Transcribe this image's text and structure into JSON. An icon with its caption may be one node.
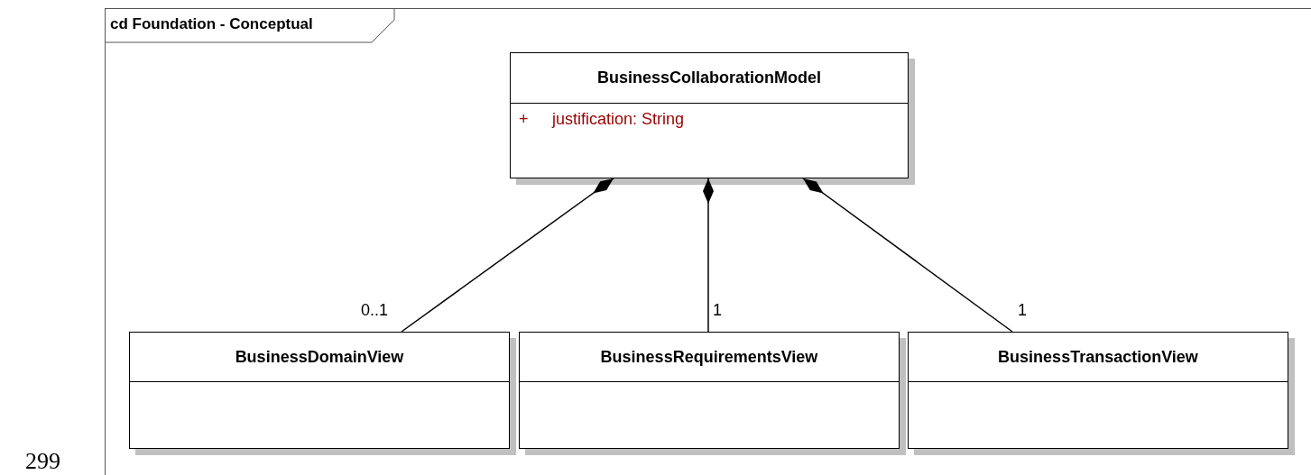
{
  "diagram": {
    "title": "cd Foundation - Conceptual",
    "nodes": [
      {
        "text": [
          "BusinessCollaborationModel",
          "+",
          "justification: String"
        ]
      },
      {
        "text": [
          "BusinessDomainView"
        ]
      },
      {
        "text": [
          "BusinessRequirementsView"
        ]
      },
      {
        "text": [
          "BusinessTransactionView"
        ]
      }
    ],
    "edges": [
      {
        "from": 0,
        "to": 1,
        "arrow": "other",
        "label": "0..1"
      },
      {
        "from": 0,
        "to": 2,
        "arrow": "other",
        "label": "1"
      },
      {
        "from": 0,
        "to": 3,
        "arrow": "other",
        "label": "1"
      }
    ],
    "labels": [
      "299"
    ]
  }
}
